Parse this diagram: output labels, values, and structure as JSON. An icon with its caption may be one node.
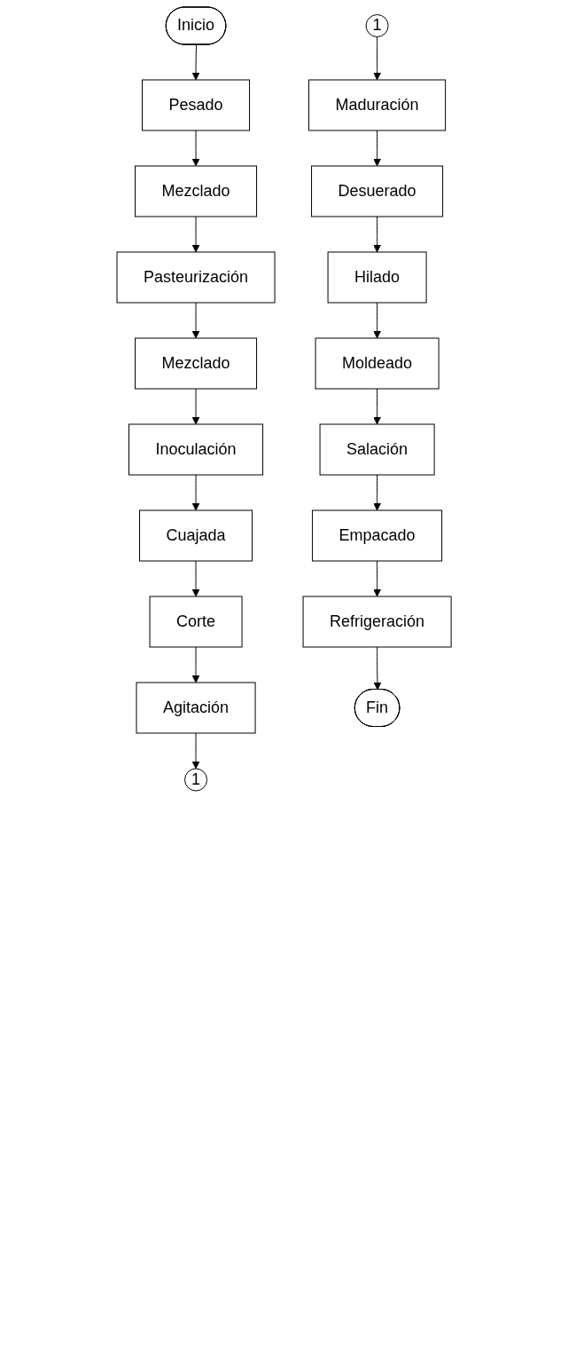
{
  "diagram": {
    "nodes": [
      {
        "text": [
          "Inicio"
        ]
      },
      {
        "text": [
          "Pesado"
        ]
      },
      {
        "text": [
          "Mezclado"
        ]
      },
      {
        "text": [
          "Pasteurización"
        ]
      },
      {
        "text": [
          "Mezclado"
        ]
      },
      {
        "text": [
          "Inoculación"
        ]
      },
      {
        "text": [
          "Cuajada"
        ]
      },
      {
        "text": [
          "Corte"
        ]
      },
      {
        "text": [
          "Agitación"
        ]
      },
      {
        "text": [
          "1"
        ]
      },
      {
        "text": [
          "1"
        ]
      },
      {
        "text": [
          "Maduración"
        ]
      },
      {
        "text": [
          "Desuerado"
        ]
      },
      {
        "text": [
          "Hilado"
        ]
      },
      {
        "text": [
          "Moldeado"
        ]
      },
      {
        "text": [
          "Salación"
        ]
      },
      {
        "text": [
          "Empacado"
        ]
      },
      {
        "text": [
          "Refrigeración"
        ]
      },
      {
        "text": [
          "Fin"
        ]
      }
    ],
    "edges": [
      {
        "from": 0,
        "to": 1,
        "arrow": "to"
      },
      {
        "from": 1,
        "to": 2,
        "arrow": "to"
      },
      {
        "from": 2,
        "to": 3,
        "arrow": "to"
      },
      {
        "from": 3,
        "to": 4,
        "arrow": "to"
      },
      {
        "from": 4,
        "to": 5,
        "arrow": "to"
      },
      {
        "from": 5,
        "to": 6,
        "arrow": "to"
      },
      {
        "from": 6,
        "to": 7,
        "arrow": "to"
      },
      {
        "from": 7,
        "to": 8,
        "arrow": "to"
      },
      {
        "from": 8,
        "to": 9,
        "arrow": "to"
      },
      {
        "from": 10,
        "to": 11,
        "arrow": "to"
      },
      {
        "from": 11,
        "to": 12,
        "arrow": "to"
      },
      {
        "from": 12,
        "to": 13,
        "arrow": "to"
      },
      {
        "from": 13,
        "to": 14,
        "arrow": "to"
      },
      {
        "from": 14,
        "to": 15,
        "arrow": "to"
      },
      {
        "from": 15,
        "to": 16,
        "arrow": "to"
      },
      {
        "from": 16,
        "to": 17,
        "arrow": "to"
      },
      {
        "from": 17,
        "to": 18,
        "arrow": "to"
      }
    ]
  }
}
